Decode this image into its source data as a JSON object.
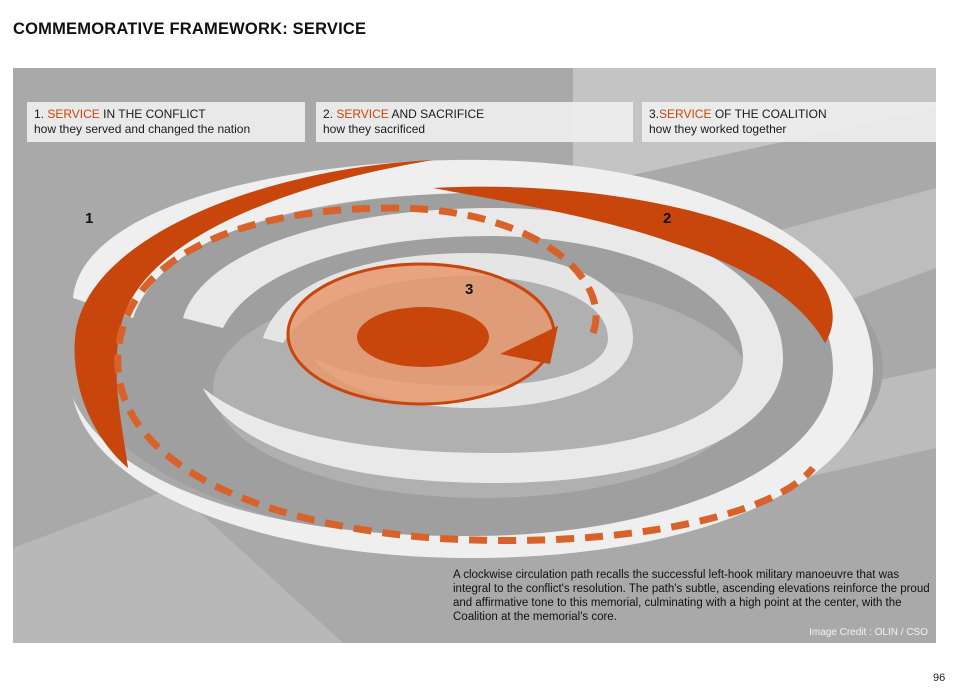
{
  "page": {
    "title": "COMMEMORATIVE FRAMEWORK: SERVICE",
    "page_number": "96"
  },
  "categories": [
    {
      "number": "1. ",
      "keyword": "SERVICE",
      "rest": " IN THE CONFLICT",
      "subtitle": "how they served and changed the nation"
    },
    {
      "number": "2. ",
      "keyword": "SERVICE",
      "rest": " AND SACRIFICE",
      "subtitle": "how they sacrificed"
    },
    {
      "number": "3.",
      "keyword": "SERVICE",
      "rest": " OF THE COALITION",
      "subtitle": "how they worked together"
    }
  ],
  "diagram": {
    "markers": [
      "1",
      "2",
      "3"
    ],
    "description": "A clockwise circulation path recalls the successful left-hook military manoeuvre that was integral to the conflict's resolution. The path's subtle, ascending elevations reinforce the proud and affirmative tone to this memorial, culminating with a high point at the center, with the Coalition at the memorial's core.",
    "credit": "Image Credit : OLIN / CSO"
  },
  "colors": {
    "accent": "#c8450c",
    "background": "#a9a9a9",
    "path": "#f0f0f0"
  }
}
